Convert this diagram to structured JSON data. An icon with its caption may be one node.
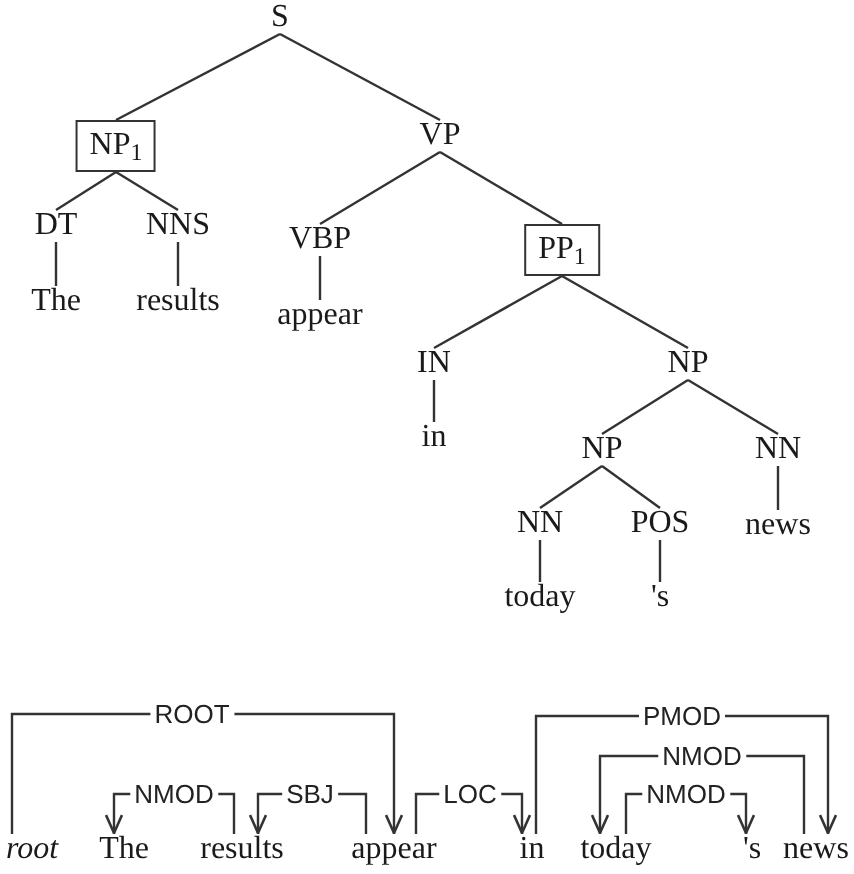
{
  "diagram": {
    "nodes": [
      {
        "text": [
          "S"
        ]
      },
      {
        "text": [
          "NP$_{1}$"
        ]
      },
      {
        "text": [
          "VP"
        ]
      },
      {
        "text": [
          "DT"
        ]
      },
      {
        "text": [
          "NNS"
        ]
      },
      {
        "text": [
          "VBP"
        ]
      },
      {
        "text": [
          "PP$_{1}$"
        ]
      },
      {
        "text": [
          "The"
        ]
      },
      {
        "text": [
          "results"
        ]
      },
      {
        "text": [
          "appear"
        ]
      },
      {
        "text": [
          "IN"
        ]
      },
      {
        "text": [
          "NP"
        ]
      },
      {
        "text": [
          "in"
        ]
      },
      {
        "text": [
          "NP"
        ]
      },
      {
        "text": [
          "NN"
        ]
      },
      {
        "text": [
          "NN"
        ]
      },
      {
        "text": [
          "POS"
        ]
      },
      {
        "text": [
          "news"
        ]
      },
      {
        "text": [
          "today"
        ]
      },
      {
        "text": [
          "'s"
        ]
      },
      {
        "text": [
          "root"
        ]
      },
      {
        "text": [
          "The"
        ]
      },
      {
        "text": [
          "results"
        ]
      },
      {
        "text": [
          "appear"
        ]
      },
      {
        "text": [
          "in"
        ]
      },
      {
        "text": [
          "today"
        ]
      },
      {
        "text": [
          "'s"
        ]
      },
      {
        "text": [
          "news"
        ]
      }
    ],
    "edges": [
      {
        "from": 0,
        "to": 1,
        "arrow": "none"
      },
      {
        "from": 0,
        "to": 2,
        "arrow": "none"
      },
      {
        "from": 1,
        "to": 3,
        "arrow": "none"
      },
      {
        "from": 1,
        "to": 4,
        "arrow": "none"
      },
      {
        "from": 3,
        "to": 7,
        "arrow": "none"
      },
      {
        "from": 4,
        "to": 8,
        "arrow": "none"
      },
      {
        "from": 2,
        "to": 5,
        "arrow": "none"
      },
      {
        "from": 2,
        "to": 6,
        "arrow": "none"
      },
      {
        "from": 5,
        "to": 9,
        "arrow": "none"
      },
      {
        "from": 6,
        "to": 10,
        "arrow": "none"
      },
      {
        "from": 6,
        "to": 11,
        "arrow": "none"
      },
      {
        "from": 10,
        "to": 12,
        "arrow": "none"
      },
      {
        "from": 11,
        "to": 13,
        "arrow": "none"
      },
      {
        "from": 11,
        "to": 14,
        "arrow": "none"
      },
      {
        "from": 13,
        "to": 15,
        "arrow": "none"
      },
      {
        "from": 13,
        "to": 16,
        "arrow": "none"
      },
      {
        "from": 14,
        "to": 17,
        "arrow": "none"
      },
      {
        "from": 15,
        "to": 18,
        "arrow": "none"
      },
      {
        "from": 16,
        "to": 19,
        "arrow": "none"
      },
      {
        "from": 20,
        "to": 23,
        "arrow": "to",
        "label": "ROOT"
      },
      {
        "from": 22,
        "to": 21,
        "arrow": "to",
        "label": "NMOD"
      },
      {
        "from": 23,
        "to": 22,
        "arrow": "to",
        "label": "SBJ"
      },
      {
        "from": 23,
        "to": 24,
        "arrow": "to",
        "label": "LOC"
      },
      {
        "from": 24,
        "to": 27,
        "arrow": "to",
        "label": "PMOD"
      },
      {
        "from": 27,
        "to": 25,
        "arrow": "to",
        "label": "NMOD"
      },
      {
        "from": 25,
        "to": 26,
        "arrow": "to",
        "label": "NMOD"
      }
    ]
  }
}
